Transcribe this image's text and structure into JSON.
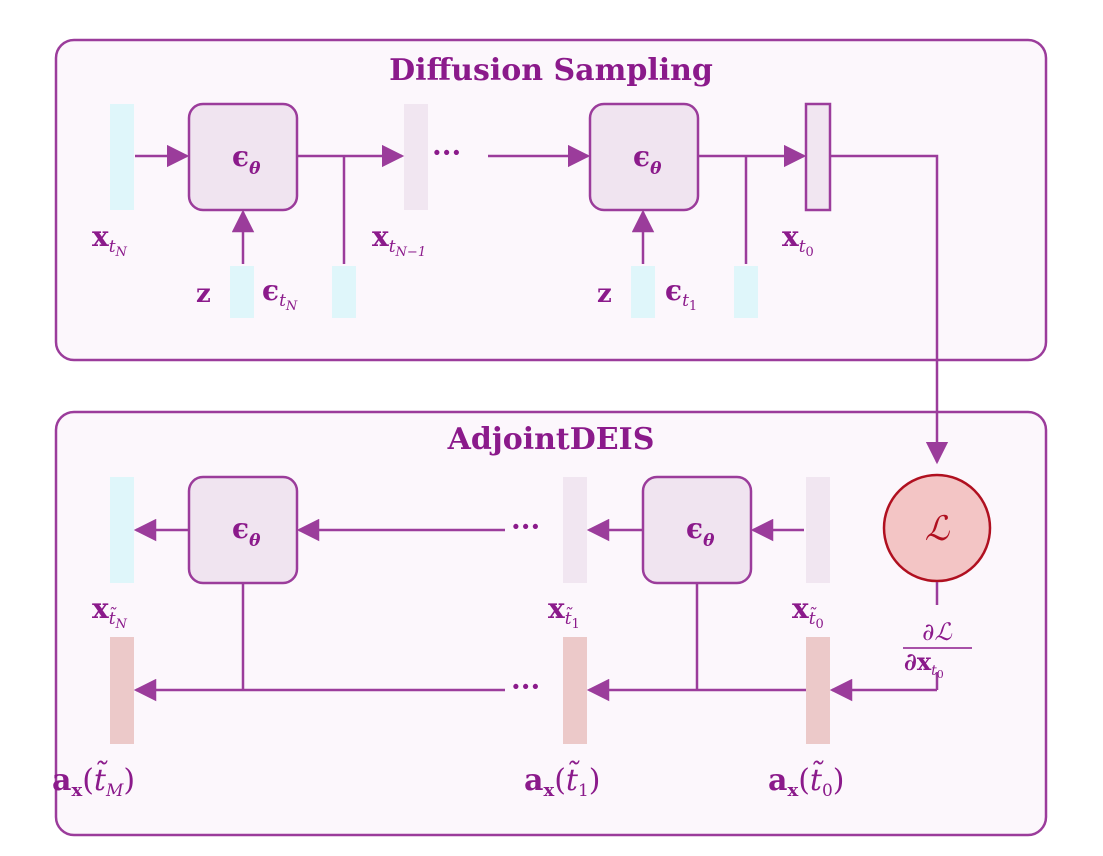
{
  "panels": {
    "top_title": "Diffusion Sampling",
    "bottom_title": "AdjointDEIS"
  },
  "colors": {
    "purple": "#9b3c9b",
    "text": "#8b1a8b",
    "panel_fill": "#fcf7fc",
    "cyan": "#dff6fa",
    "lavender": "#f1e6f1",
    "pink": "#ecc9c9",
    "block_fill": "#f0e4f0",
    "loss_fill": "#f3c5c5",
    "loss_stroke": "#b01020"
  },
  "blocks": {
    "eps": "ϵ",
    "eps_sub": "θ",
    "loss": "ℒ"
  },
  "labels": {
    "x": "x",
    "z": "z",
    "eps": "ϵ",
    "a": "a",
    "ellipsis": "···",
    "t_N": "t",
    "N": "N",
    "N_minus_1": "N−1",
    "one": "1",
    "zero": "0",
    "M": "M",
    "partial_num": "∂ℒ",
    "partial_den": "∂x",
    "t": "t",
    "t_tilde": "t̃",
    "lparen": "(",
    "rparen": ")"
  }
}
